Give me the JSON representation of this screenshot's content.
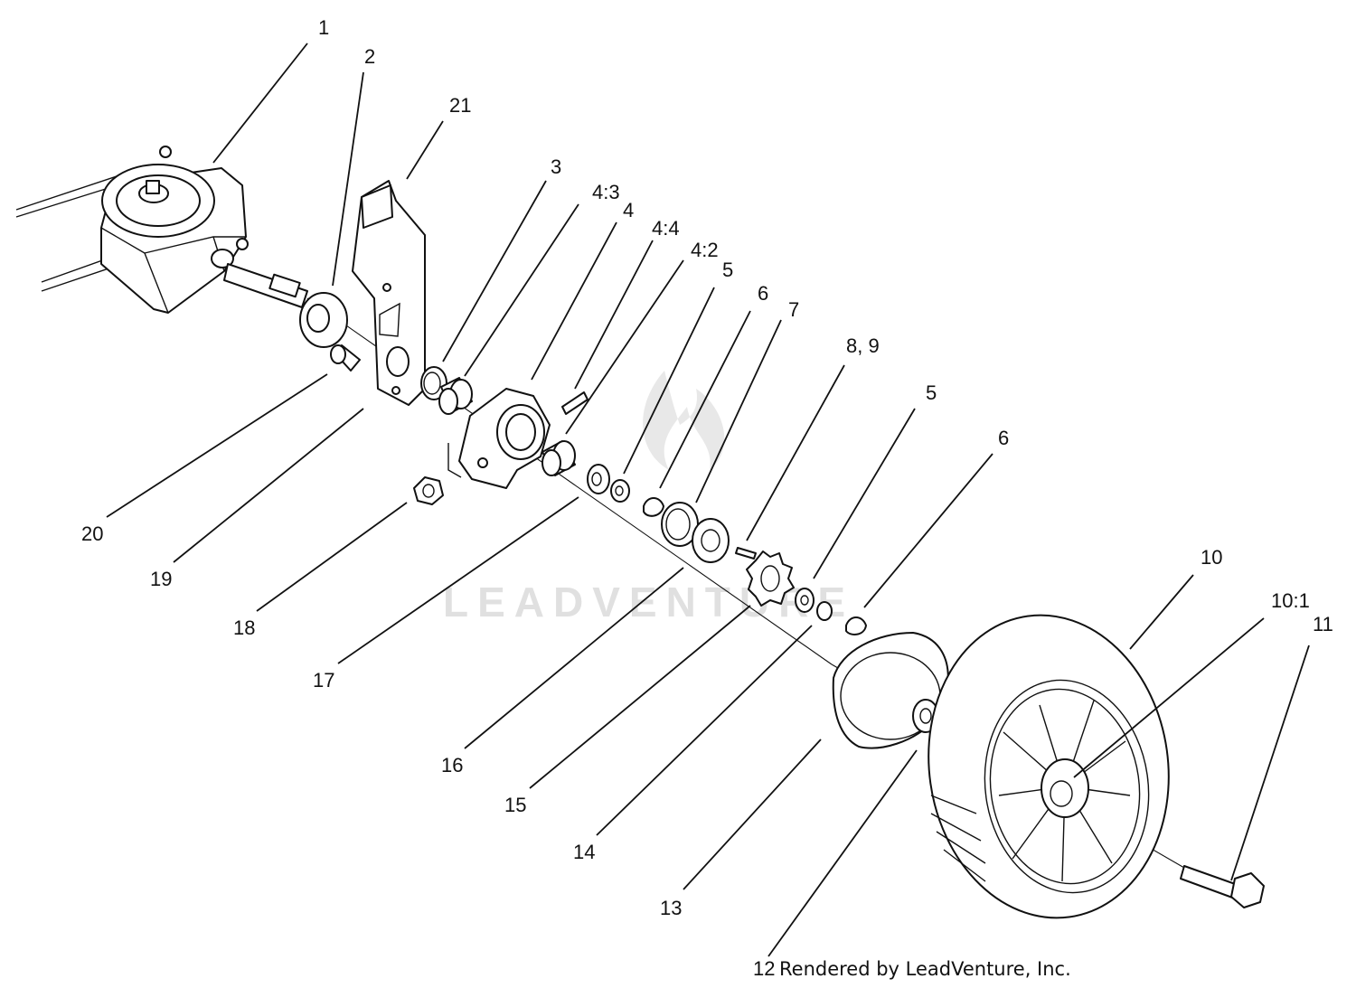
{
  "diagram": {
    "watermark_text": "LEADVENTURE",
    "credit": "Rendered by LeadVenture, Inc.",
    "callouts": [
      {
        "id": "c1",
        "label": "1"
      },
      {
        "id": "c2",
        "label": "2"
      },
      {
        "id": "c21",
        "label": "21"
      },
      {
        "id": "c3",
        "label": "3"
      },
      {
        "id": "c4_3",
        "label": "4:3"
      },
      {
        "id": "c4",
        "label": "4"
      },
      {
        "id": "c4_4",
        "label": "4:4"
      },
      {
        "id": "c4_2",
        "label": "4:2"
      },
      {
        "id": "c5a",
        "label": "5"
      },
      {
        "id": "c6a",
        "label": "6"
      },
      {
        "id": "c7",
        "label": "7"
      },
      {
        "id": "c8_9",
        "label": "8, 9"
      },
      {
        "id": "c5b",
        "label": "5"
      },
      {
        "id": "c6b",
        "label": "6"
      },
      {
        "id": "c10",
        "label": "10"
      },
      {
        "id": "c10_1",
        "label": "10:1"
      },
      {
        "id": "c11",
        "label": "11"
      },
      {
        "id": "c20",
        "label": "20"
      },
      {
        "id": "c19",
        "label": "19"
      },
      {
        "id": "c18",
        "label": "18"
      },
      {
        "id": "c17",
        "label": "17"
      },
      {
        "id": "c16",
        "label": "16"
      },
      {
        "id": "c15",
        "label": "15"
      },
      {
        "id": "c14",
        "label": "14"
      },
      {
        "id": "c13",
        "label": "13"
      },
      {
        "id": "c12",
        "label": "12"
      }
    ]
  }
}
